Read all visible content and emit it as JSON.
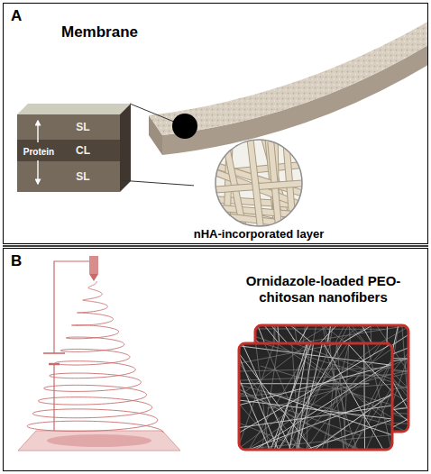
{
  "diagram": {
    "nodes": [
      {
        "text": [
          "A"
        ]
      },
      {
        "text": [
          "Protein"
        ],
        "in": 0
      },
      {
        "text": [
          "SL"
        ],
        "in": 1
      },
      {
        "text": [
          "CL"
        ],
        "in": 1
      },
      {
        "text": [
          "SL"
        ],
        "in": 1
      },
      {
        "text": [
          "nHA-incorporated layer"
        ],
        "in": 0
      },
      {
        "text": [
          "B"
        ]
      },
      {
        "text": [
          "Ornidazole-loaded PEO-chitosan nanofibers"
        ],
        "in": 6
      }
    ],
    "edges": [
      {
        "from": 4,
        "to": 5,
        "arrow": "none"
      }
    ],
    "labels": [
      "Membrane"
    ]
  }
}
